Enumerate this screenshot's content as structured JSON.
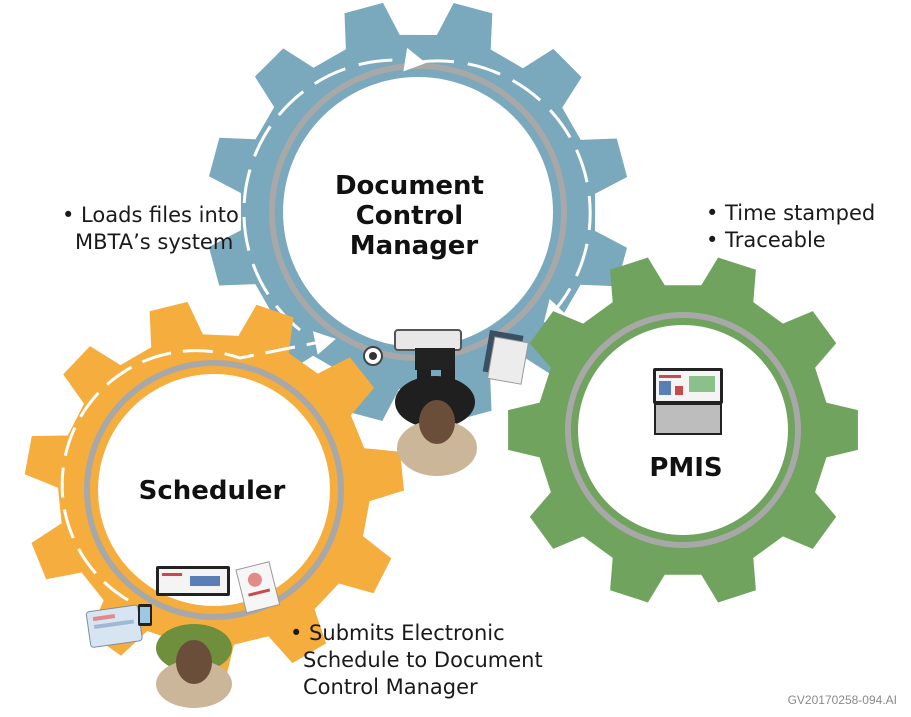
{
  "gears": {
    "document_control": {
      "label_lines": [
        "Document",
        "Control",
        "Manager"
      ],
      "color": "#7aa8bc"
    },
    "scheduler": {
      "label_lines": [
        "Scheduler"
      ],
      "color": "#f5ad3d"
    },
    "pmis": {
      "label_lines": [
        "PMIS"
      ],
      "color": "#6fa35e"
    }
  },
  "notes": {
    "loads": [
      "• Loads files into",
      "MBTA’s system"
    ],
    "pmis": [
      "• Time stamped",
      "• Traceable"
    ],
    "submits": [
      "• Submits Electronic",
      "Schedule to Document",
      "Control Manager"
    ]
  },
  "figure_code": "GV20170258-094.AI",
  "icons": [
    "worker-at-laptop-icon",
    "laptop-icon",
    "document-stack-icon",
    "coffee-cup-icon",
    "tablet-icon",
    "phone-icon"
  ]
}
